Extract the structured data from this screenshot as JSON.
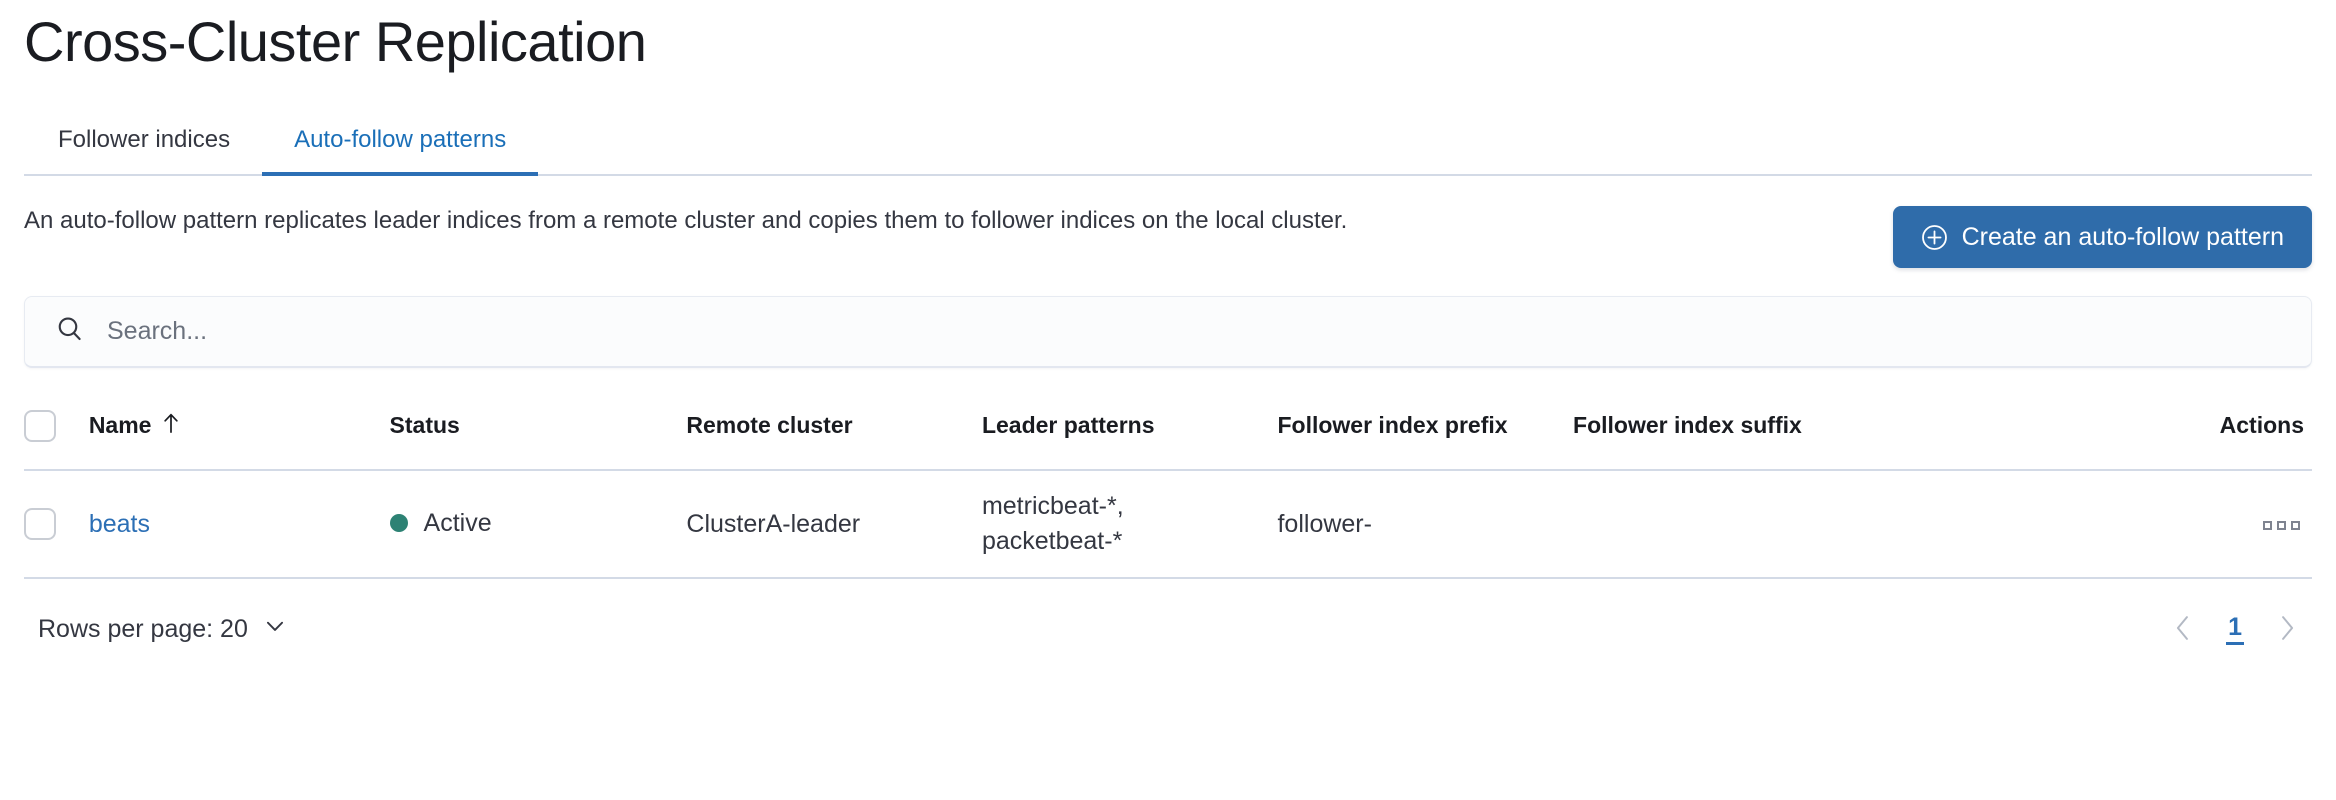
{
  "header": {
    "title": "Cross-Cluster Replication"
  },
  "tabs": [
    {
      "label": "Follower indices",
      "active": false
    },
    {
      "label": "Auto-follow patterns",
      "active": true
    }
  ],
  "description": "An auto-follow pattern replicates leader indices from a remote cluster and copies them to follower indices on the local cluster.",
  "create_button": {
    "label": "Create an auto-follow pattern",
    "icon": "plus-in-circle-icon",
    "color": "#2f6caa"
  },
  "search": {
    "value": "",
    "placeholder": "Search...",
    "icon": "search-icon"
  },
  "table": {
    "columns": [
      "Name",
      "Status",
      "Remote cluster",
      "Leader patterns",
      "Follower index prefix",
      "Follower index suffix",
      "Actions"
    ],
    "sort": {
      "column": "Name",
      "direction": "ascending",
      "icon": "arrow-up-icon"
    },
    "rows": [
      {
        "selected": false,
        "name": "beats",
        "status": "Active",
        "status_color": "#2d8274",
        "remote_cluster": "ClusterA-leader",
        "leader_patterns": "metricbeat-*,\npacketbeat-*",
        "follower_index_prefix": "follower-",
        "follower_index_suffix": "",
        "actions_icon": "actions-menu-icon"
      }
    ]
  },
  "footer": {
    "rows_per_page_label": "Rows per page: 20",
    "rows_per_page_icon": "chevron-down-icon",
    "pagination": {
      "previous_icon": "chevron-left-icon",
      "next_icon": "chevron-right-icon",
      "current_page": "1"
    }
  }
}
